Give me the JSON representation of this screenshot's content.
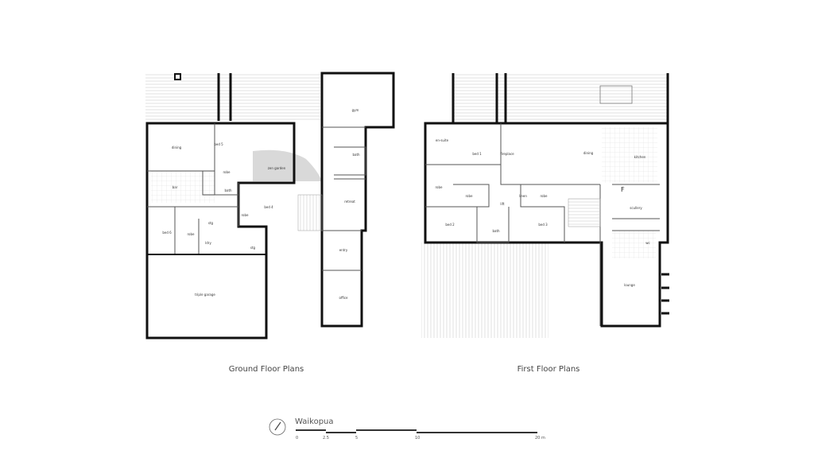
{
  "ground": {
    "caption": "Ground Floor Plans",
    "rooms": [
      "dining",
      "bed 5",
      "zen garden",
      "robe",
      "bar",
      "bath",
      "bed 4",
      "robe",
      "stg",
      "bed 6",
      "robe",
      "ldry",
      "stg",
      "triple garage",
      "gym",
      "bath",
      "retreat",
      "entry",
      "office"
    ]
  },
  "first": {
    "caption": "First Floor Plans",
    "rooms": [
      "en-suite",
      "bed 1",
      "fireplace",
      "dining",
      "kitchen",
      "robe",
      "robe",
      "lift",
      "linen",
      "robe",
      "F",
      "scullery",
      "bed 2",
      "bath",
      "bed 3",
      "wc",
      "lounge"
    ]
  },
  "scale": {
    "title": "Waikopua",
    "ticks": [
      "0",
      "2.5",
      "5",
      "10",
      "20 m"
    ]
  },
  "colors": {
    "wall": "#111111",
    "garden": "#d9d9d9"
  }
}
